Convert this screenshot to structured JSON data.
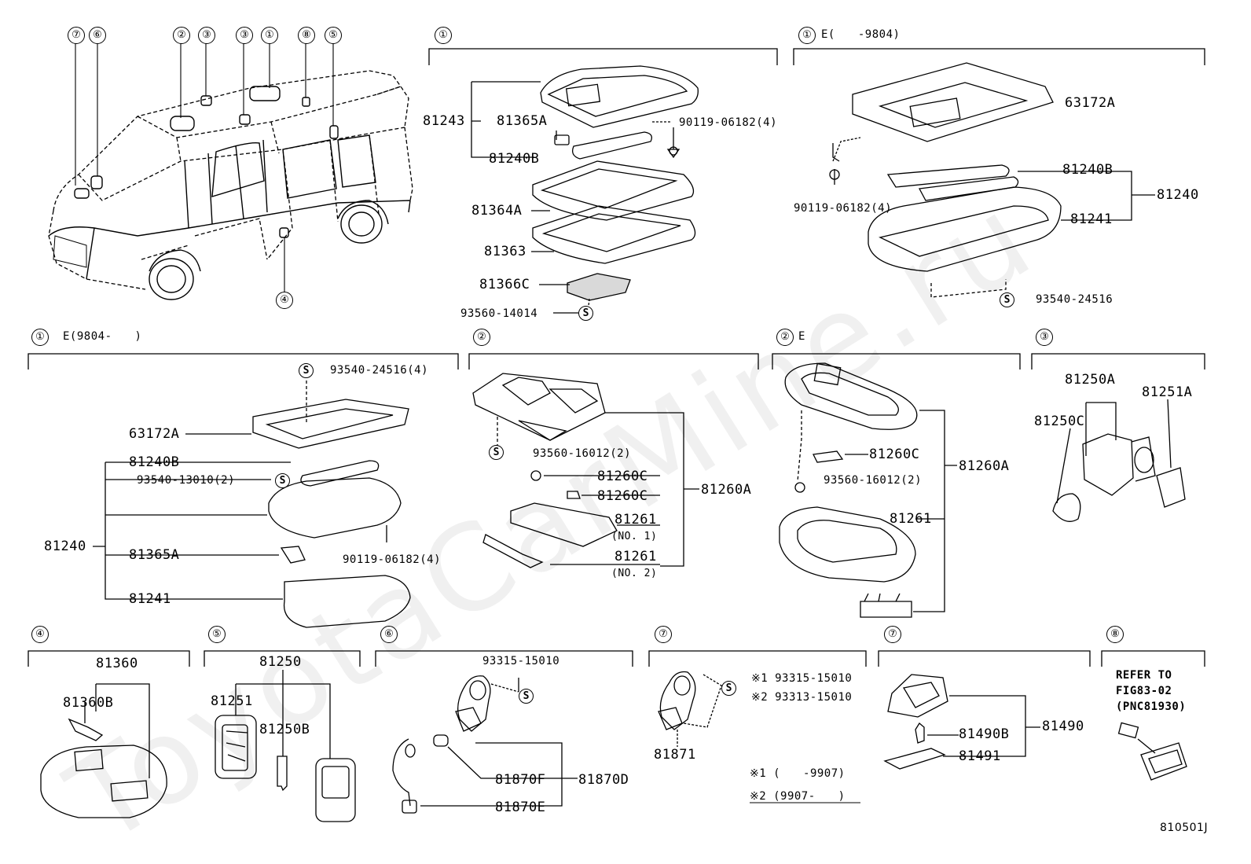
{
  "watermark": "ToyotaCarMine.ru",
  "figure_code": "810501J",
  "refs": [
    "①",
    "②",
    "③",
    "④",
    "⑤",
    "⑥",
    "⑦",
    "⑧"
  ],
  "s_mark": "S",
  "sec_overview": {
    "refs": [
      "⑦",
      "⑥",
      "②",
      "③",
      "③",
      "①",
      "⑧",
      "⑤",
      "④"
    ]
  },
  "sec1a": {
    "ref": "①",
    "parts": [
      "81243",
      "81365A",
      "90119-06182(4)",
      "81240B",
      "81364A",
      "81363",
      "81366C",
      "93560-14014"
    ]
  },
  "sec1b": {
    "ref": "①",
    "note": "E(　　-9804)",
    "parts": [
      "63172A",
      "81240B",
      "81240",
      "81241",
      "90119-06182(4)",
      "93540-24516"
    ]
  },
  "sec1c": {
    "ref": "①",
    "note": "E(9804-　　)",
    "parts": [
      "93540-24516(4)",
      "63172A",
      "81240B",
      "93540-13010(2)",
      "81240",
      "81365A",
      "90119-06182(4)",
      "81241"
    ]
  },
  "sec2a": {
    "ref": "②",
    "parts": [
      "93560-16012(2)",
      "81260C",
      "81260C",
      "81260A",
      "81261",
      "(NO. 1)",
      "81261",
      "(NO. 2)"
    ]
  },
  "sec2b": {
    "ref": "②",
    "note": "E",
    "parts": [
      "81260C",
      "93560-16012(2)",
      "81260A",
      "81261"
    ]
  },
  "sec3": {
    "ref": "③",
    "parts": [
      "81250A",
      "81251A",
      "81250C"
    ]
  },
  "sec4": {
    "ref": "④",
    "parts": [
      "81360",
      "81360B"
    ]
  },
  "sec5": {
    "ref": "⑤",
    "parts": [
      "81250",
      "81251",
      "81250B"
    ]
  },
  "sec6": {
    "ref": "⑥",
    "parts": [
      "93315-15010",
      "81870F",
      "81870D",
      "81870E"
    ]
  },
  "sec7a": {
    "ref": "⑦",
    "parts": [
      "※1 93315-15010",
      "※2 93313-15010",
      "81871"
    ],
    "notes": [
      "※1 (　　-9907)",
      "※2 (9907-　　)"
    ]
  },
  "sec7b": {
    "ref": "⑦",
    "parts": [
      "81490B",
      "81490",
      "81491"
    ]
  },
  "sec8": {
    "ref": "⑧",
    "refer": [
      "REFER TO",
      "FIG83-02",
      "(PNC81930)"
    ]
  }
}
